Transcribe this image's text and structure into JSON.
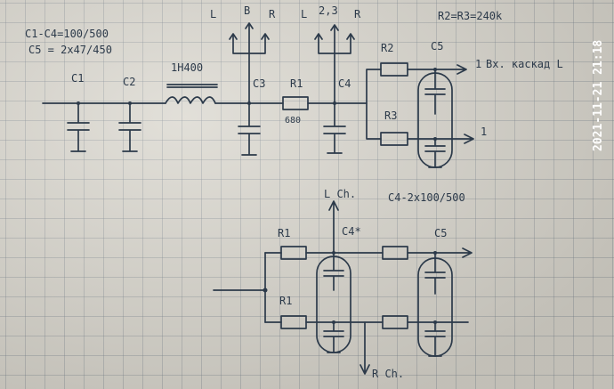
{
  "notes": {
    "caps_top": "C1-C4=100/500",
    "c5_top": "C5 = 2x47/450",
    "r2r3": "R2=R3=240k",
    "caps_bottom": "C4-2x100/500"
  },
  "labels": {
    "c1": "C1",
    "c2": "C2",
    "choke": "1H400",
    "c3": "C3",
    "r1": "R1",
    "r1_value": "680",
    "c4": "C4",
    "r2": "R2",
    "r3": "R3",
    "c5": "C5",
    "out1": "1",
    "out1_note": "Вх. каскад L",
    "out2": "1",
    "tap_l1": "L",
    "tap_b": "B",
    "tap_r1": "R",
    "tap_l2": "L",
    "tap_23": "2,3",
    "tap_r2": "R",
    "lch": "L Ch.",
    "c4_star": "C4*",
    "c5_b": "C5",
    "r1_a": "R1",
    "r1_b": "R1",
    "rch": "R Ch."
  },
  "timestamp": "2021-11-21 21:18",
  "colors": {
    "ink": "#2c3a4a",
    "paper": "#d8d5cc",
    "grid": "#8a929a"
  }
}
